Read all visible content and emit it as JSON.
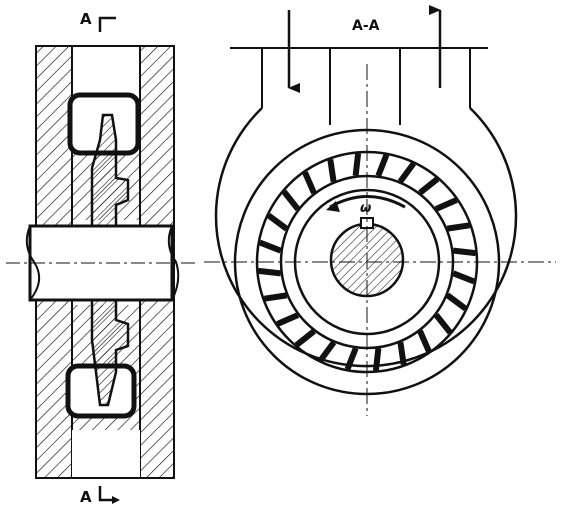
{
  "labels": {
    "section_top": "A",
    "section_bottom": "A",
    "view_title": "A-A",
    "omega": "ω"
  },
  "colors": {
    "ink": "#111111",
    "background": "#ffffff"
  },
  "rotor": {
    "vane_count": 24
  }
}
